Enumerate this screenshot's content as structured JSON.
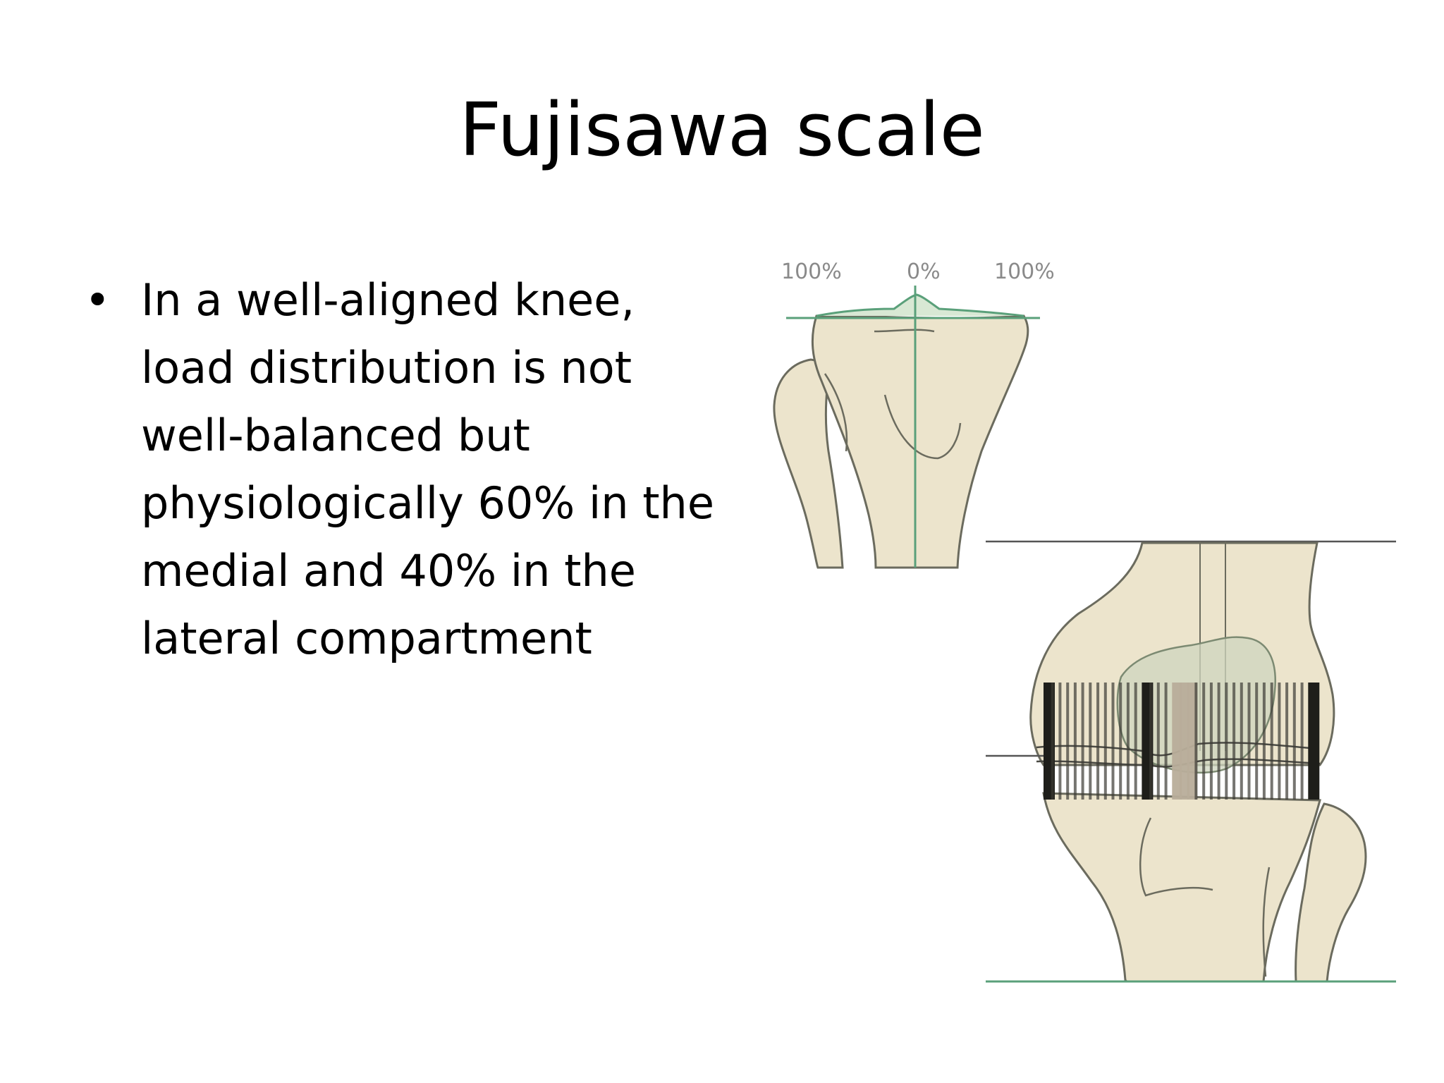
{
  "slide": {
    "title": "Fujisawa scale",
    "bullet": {
      "marker": "•",
      "lines": [
        "In a well-aligned knee,",
        "load distribution is not",
        "well-balanced but",
        "physiologically 60% in the",
        "medial and 40% in the",
        "lateral compartment"
      ]
    }
  },
  "figure": {
    "scale_labels": [
      "100%",
      "0%",
      "100%"
    ],
    "colors": {
      "bone": "#ece4cc",
      "outline": "#6b6b5e",
      "axis": "#5aa07a",
      "dark_bar": "#1e1e1a",
      "light_bar": "#b8ad9a"
    }
  }
}
